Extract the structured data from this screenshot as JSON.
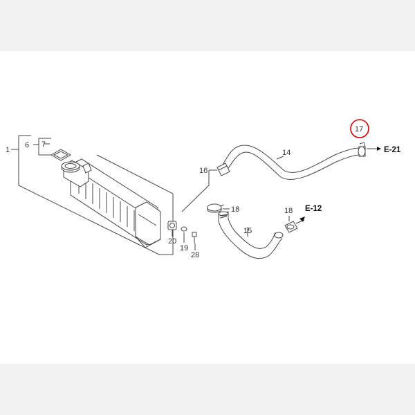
{
  "callouts": {
    "c1": "1",
    "c6": "6",
    "c7": "7",
    "c14": "14",
    "c15": "15",
    "c16": "16",
    "c17": "17",
    "c18a": "18",
    "c18b": "18",
    "c19": "19",
    "c20": "20",
    "c28": "28"
  },
  "refs": {
    "e21": "E-21",
    "e12": "E-12"
  },
  "colors": {
    "line": "#444444",
    "highlight": "#cc0000",
    "background": "#ffffff",
    "band": "#f2f2f2"
  }
}
